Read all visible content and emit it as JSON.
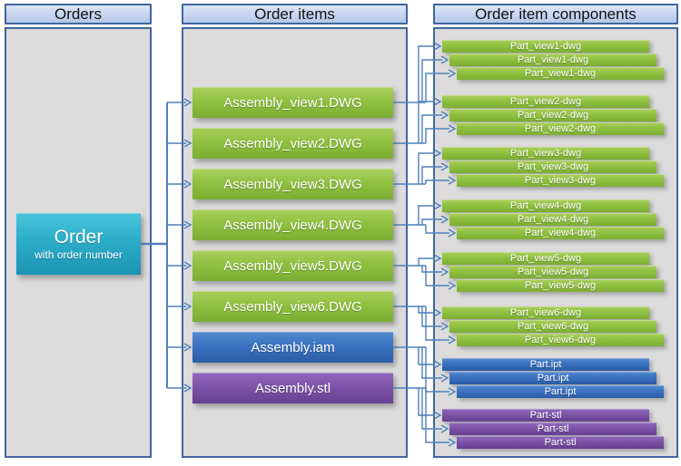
{
  "columns": [
    {
      "header": "Orders"
    },
    {
      "header": "Order items"
    },
    {
      "header": "Order item components"
    }
  ],
  "order_node": {
    "title": "Order",
    "subtitle": "with order number"
  },
  "order_items": [
    {
      "label": "Assembly_view1.DWG",
      "color": "green"
    },
    {
      "label": "Assembly_view2.DWG",
      "color": "green"
    },
    {
      "label": "Assembly_view3.DWG",
      "color": "green"
    },
    {
      "label": "Assembly_view4.DWG",
      "color": "green"
    },
    {
      "label": "Assembly_view5.DWG",
      "color": "green"
    },
    {
      "label": "Assembly_view6.DWG",
      "color": "green"
    },
    {
      "label": "Assembly.iam",
      "color": "blue"
    },
    {
      "label": "Assembly.stl",
      "color": "purple"
    }
  ],
  "component_groups": [
    {
      "label": "Part_view1-dwg",
      "copies": 3,
      "color": "green"
    },
    {
      "label": "Part_view2-dwg",
      "copies": 3,
      "color": "green"
    },
    {
      "label": "Part_view3-dwg",
      "copies": 3,
      "color": "green"
    },
    {
      "label": "Part_view4-dwg",
      "copies": 3,
      "color": "green"
    },
    {
      "label": "Part_view5-dwg",
      "copies": 3,
      "color": "green"
    },
    {
      "label": "Part_view6-dwg",
      "copies": 3,
      "color": "green"
    },
    {
      "label": "Part.ipt",
      "copies": 3,
      "color": "blue"
    },
    {
      "label": "Part-stl",
      "copies": 3,
      "color": "purple"
    }
  ],
  "theme": {
    "connector_color": "#4e80bc",
    "panel_border": "#41669e",
    "panel_background": "#dcdcdc",
    "node_green": "#90c040",
    "node_blue": "#3a72c2",
    "node_purple": "#7c54a8",
    "node_teal": "#2badc9"
  }
}
